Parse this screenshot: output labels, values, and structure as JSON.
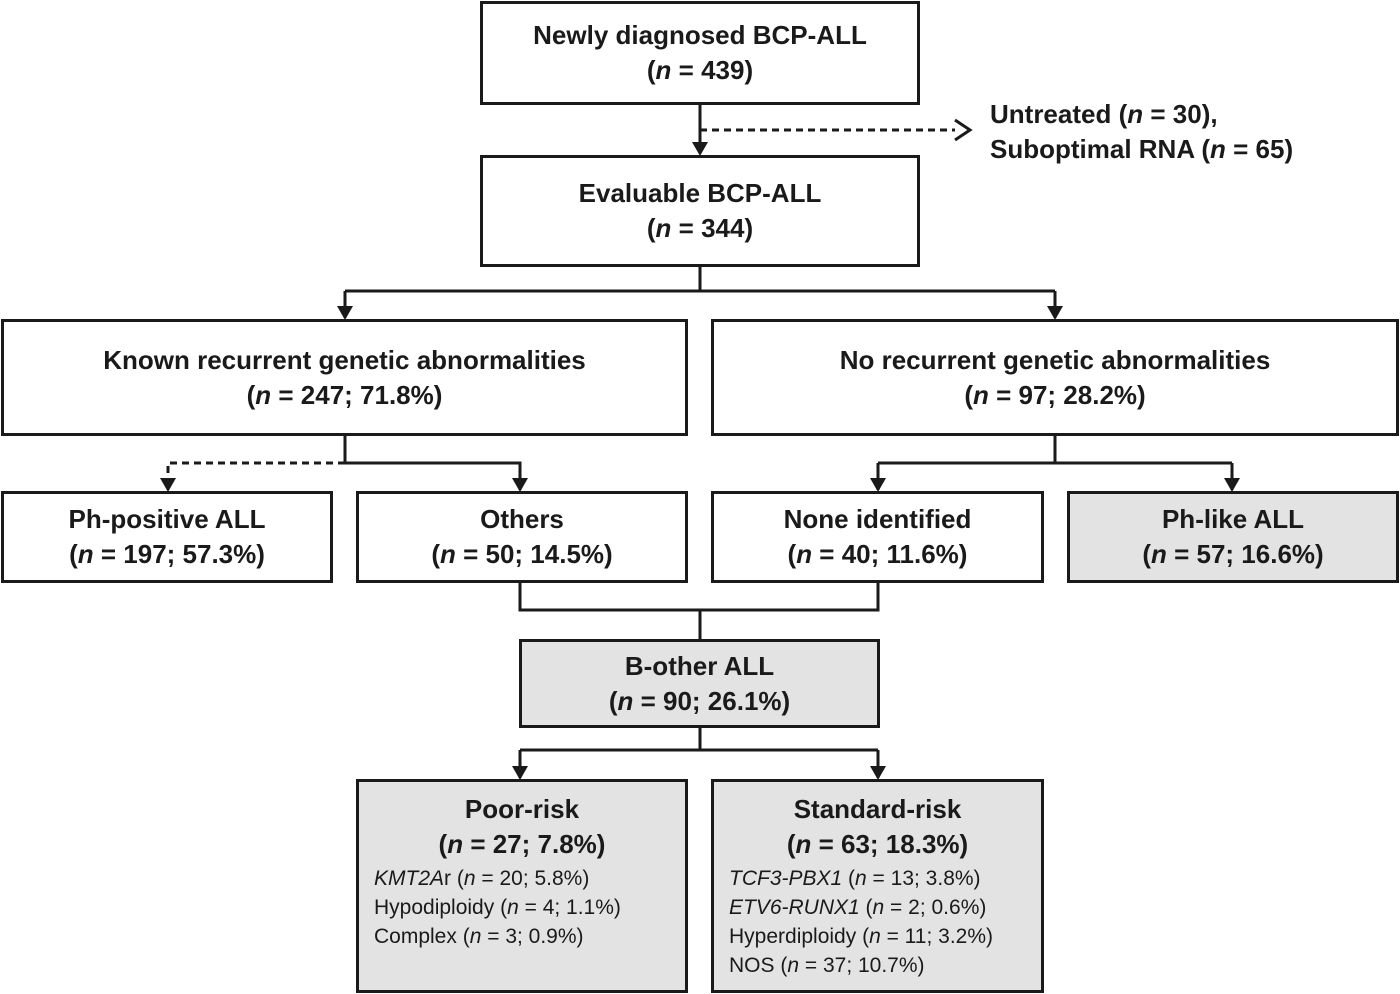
{
  "colors": {
    "stroke": "#1a1a1a",
    "highlight_fill": "#e3e3e3",
    "box_fill": "#ffffff"
  },
  "nodes": {
    "newly_diagnosed": {
      "title": "Newly diagnosed BCP-ALL",
      "n_label": "n",
      "n_text": " = 439)"
    },
    "excluded": {
      "untreated_label": "Untreated (",
      "untreated_n": "n",
      "untreated_text": " = 30),",
      "suboptimal_label": "Suboptimal RNA (",
      "suboptimal_n": "n",
      "suboptimal_text": " = 65)"
    },
    "evaluable": {
      "title": "Evaluable BCP-ALL",
      "n_label": "n",
      "n_text": " = 344)"
    },
    "known_recurrent": {
      "title": "Known recurrent genetic abnormalities",
      "n_label": "n",
      "n_text": " = 247; 71.8%)"
    },
    "no_recurrent": {
      "title": "No recurrent genetic abnormalities",
      "n_label": "n",
      "n_text": " = 97; 28.2%)"
    },
    "ph_positive": {
      "title": "Ph-positive ALL",
      "n_label": "n",
      "n_text": " = 197; 57.3%)"
    },
    "others": {
      "title": "Others",
      "n_label": "n",
      "n_text": " = 50; 14.5%)"
    },
    "none_identified": {
      "title": "None identified",
      "n_label": "n",
      "n_text": " = 40; 11.6%)"
    },
    "ph_like": {
      "title": "Ph-like ALL",
      "n_label": "n",
      "n_text": " = 57; 16.6%)"
    },
    "b_other": {
      "title": "B-other ALL",
      "n_label": "n",
      "n_text": " = 90; 26.1%)"
    },
    "poor_risk": {
      "title": "Poor-risk",
      "n_label": "n",
      "n_text": " = 27; 7.8%)",
      "subgroups": [
        {
          "name": "KMT2A",
          "name_suffix": "r",
          "italic_name": true,
          "n_label": "n",
          "detail": " = 20; 5.8%)"
        },
        {
          "name": "Hypodiploidy",
          "name_suffix": "",
          "italic_name": false,
          "n_label": "n",
          "detail": " = 4; 1.1%)"
        },
        {
          "name": "Complex",
          "name_suffix": "",
          "italic_name": false,
          "n_label": "n",
          "detail": " = 3; 0.9%)"
        }
      ]
    },
    "standard_risk": {
      "title": "Standard-risk",
      "n_label": "n",
      "n_text": " = 63; 18.3%)",
      "subgroups": [
        {
          "name": "TCF3-PBX1",
          "name_suffix": "",
          "italic_name": true,
          "n_label": "n",
          "detail": " = 13; 3.8%)"
        },
        {
          "name": "ETV6-RUNX1",
          "name_suffix": "",
          "italic_name": true,
          "n_label": "n",
          "detail": " = 2; 0.6%)"
        },
        {
          "name": "Hyperdiploidy",
          "name_suffix": "",
          "italic_name": false,
          "n_label": "n",
          "detail": " = 11; 3.2%)"
        },
        {
          "name": "NOS",
          "name_suffix": "",
          "italic_name": false,
          "n_label": "n",
          "detail": " = 37; 10.7%)"
        }
      ]
    }
  }
}
